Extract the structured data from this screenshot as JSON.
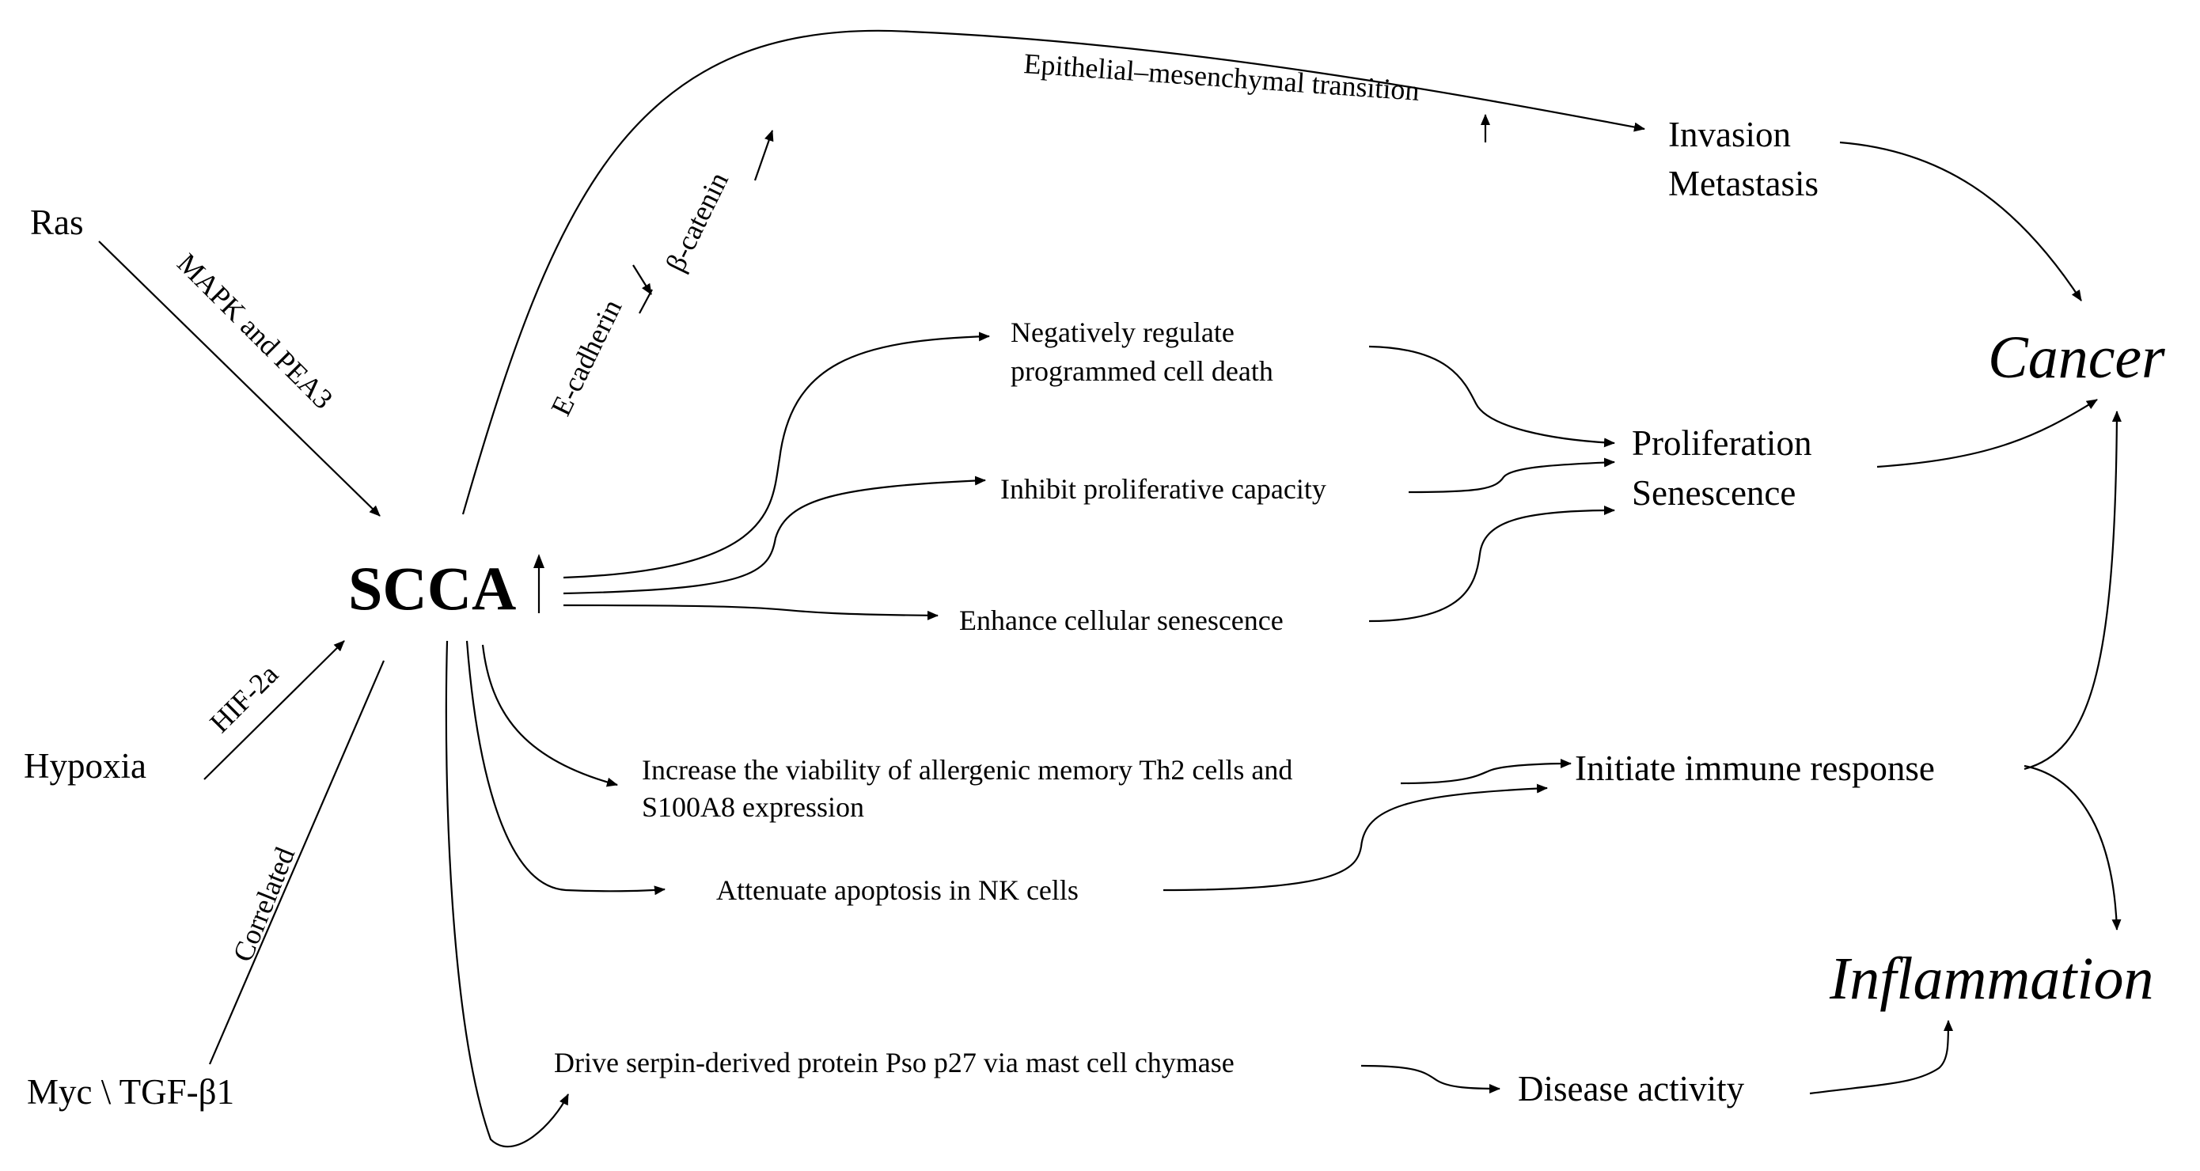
{
  "nodes": {
    "ras": "Ras",
    "hypoxia": "Hypoxia",
    "myc": "Myc \\ TGF-β1",
    "scca": "SCCA",
    "invasion_1": "Invasion",
    "invasion_2": "Metastasis",
    "proliferation_1": "Proliferation",
    "proliferation_2": "Senescence",
    "immune": "Initiate immune response",
    "disease": "Disease activity",
    "cancer": "Cancer",
    "inflammation": "Inflammation",
    "neg_reg_1": "Negatively regulate",
    "neg_reg_2": "programmed cell death",
    "inhibit": "Inhibit proliferative capacity",
    "enhance": "Enhance cellular senescence",
    "th2_1": "Increase the viability of allergenic memory Th2 cells and",
    "th2_2": "S100A8 expression",
    "nk": "Attenuate apoptosis in NK cells",
    "pso": "Drive serpin-derived protein Pso p27 via mast cell chymase"
  },
  "edge_labels": {
    "mapk": "MAPK and PEA3",
    "hif": "HIF-2a",
    "correlated": "Correlated",
    "ecad": "E-cadherin",
    "bcat": "β-catenin",
    "emt": "Epithelial–mesenchymal transition"
  }
}
